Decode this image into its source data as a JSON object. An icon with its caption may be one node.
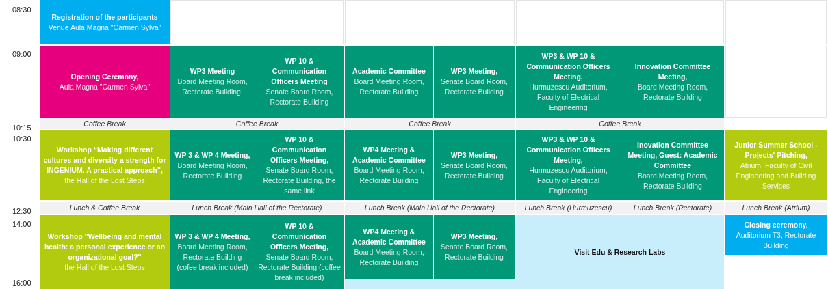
{
  "diagram": {
    "nodes": [
      {
        "text": [
          "Registration of the participants",
          "Venue Aula Magna \"Carmen Sylva\""
        ]
      },
      {
        "text": [
          "Opening Ceremony,",
          "Aula Magna \"Carmen Sylva\""
        ]
      },
      {
        "text": [
          "WP3 Meeting",
          "Board Meeting Room, Rectorate Building,"
        ]
      },
      {
        "text": [
          "WP 10 & Communication Officers Meeting",
          "Senate Board Room, Rectorate Building"
        ]
      },
      {
        "text": [
          "Academic Committee",
          "Board Meeting Room, Rectorate Building"
        ]
      },
      {
        "text": [
          "WP3 Meeting,",
          "Senate Board Room, Rectorate Building"
        ]
      },
      {
        "text": [
          "WP3 & WP 10 & Communication Officers Meeting,",
          "Hurmuzescu Auditorium, Faculty of Electrical Engineering"
        ]
      },
      {
        "text": [
          "Innovation Committee Meeting,",
          "Board Meeting Room, Rectorate Building"
        ]
      },
      {
        "text": [
          "Coffee Break"
        ]
      },
      {
        "text": [
          "Coffee Break"
        ]
      },
      {
        "text": [
          "Coffee Break"
        ]
      },
      {
        "text": [
          "Coffee Break"
        ]
      },
      {
        "text": [
          "Workshop “Making different cultures and diversity a strength for INGENIUM. A practical approach”,",
          "the Hall of the Lost Steps"
        ]
      },
      {
        "text": [
          "WP 3 & WP 4 Meeting,",
          "Board Meeting Room, Rectorate Building"
        ]
      },
      {
        "text": [
          "WP 10 & Communication Officers Meeting,",
          "Senate Board Room, Rectorate Building, the same link"
        ]
      },
      {
        "text": [
          "WP4 Meeting & Academic Committee",
          "Board Meeting Room, Rectorate Building"
        ]
      },
      {
        "text": [
          "WP3 Meeting,",
          "Senate Board Room, Rectorate Building"
        ]
      },
      {
        "text": [
          "WP3 & WP 10 & Communication Officers Meeting,",
          "Hurmuzescu Auditorium, Faculty of Electrical Engineering"
        ]
      },
      {
        "text": [
          "Inovation Committee Meeting, Guest: Academic Committee",
          "Board Meeting Room, Rectorate Building"
        ]
      },
      {
        "text": [
          "Junior Summer School - Projects' Pitching,",
          "Atrium, Faculty of Civil Engineering and Building Services"
        ]
      },
      {
        "text": [
          "Lunch & Coffee Break"
        ]
      },
      {
        "text": [
          "Lunch Break (Main Hall of the Rectorate)"
        ]
      },
      {
        "text": [
          "Lunch Break (Main Hall of the Rectorate)"
        ]
      },
      {
        "text": [
          "Lunch Break (Hurmuzescu)"
        ]
      },
      {
        "text": [
          "Lunch Break (Rectorate)"
        ]
      },
      {
        "text": [
          "Lunch Break (Atrium)"
        ]
      },
      {
        "text": [
          "Workshop \"Wellbeing and mental health: a personal experience or an organizational goal?\"",
          "the Hall of the Lost Steps"
        ]
      },
      {
        "text": [
          "WP 3 & WP 4 Meeting,",
          "Board Meeting Room, Rectorate Building (cofee break included)"
        ]
      },
      {
        "text": [
          "WP 10 & Communication Officers Meeting,",
          "Senate Board Room, Rectorate Building (coffee break included)"
        ]
      },
      {
        "text": [
          "WP4 Meeting & Academic Committee",
          "Board Meeting Room, Rectorate Building"
        ]
      },
      {
        "text": [
          "WP3 Meeting,",
          "Senate Board Room, Rectorate Building"
        ]
      },
      {
        "text": [
          "Visit Edu & Research Labs"
        ]
      },
      {
        "text": [
          "Closing ceremony,",
          "Auditorium T3, Rectorate Building"
        ]
      }
    ],
    "labels": [
      "08:30",
      "09:00",
      "10:15",
      "10:30",
      "12:30",
      "14:00",
      "16:00"
    ]
  }
}
